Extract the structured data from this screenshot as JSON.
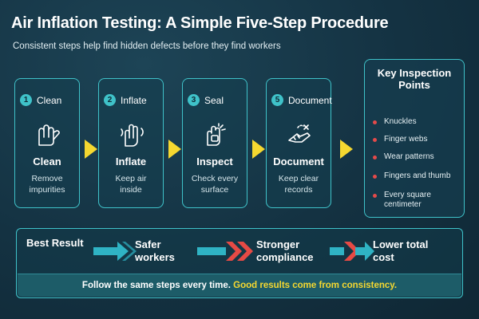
{
  "header": {
    "title": "Air Inflation Testing: A Simple Five-Step Procedure",
    "subtitle": "Consistent steps help find hidden defects before they find workers"
  },
  "steps": [
    {
      "number": "1",
      "header": "Clean",
      "icon": "hand-gloves-icon",
      "name": "Clean",
      "desc_lines": [
        "Remove",
        "impurities"
      ]
    },
    {
      "number": "2",
      "header": "Inflate",
      "icon": "inflated-glove-icon",
      "name": "Inflate",
      "desc_lines": [
        "Keep air",
        "inside"
      ]
    },
    {
      "number": "3",
      "header": "Seal",
      "icon": "hand-inspect-icon",
      "name": "Inspect",
      "desc_lines": [
        "Check every",
        "surface"
      ]
    },
    {
      "number": "5",
      "header": "Document",
      "icon": "glove-document-icon",
      "name": "Document",
      "desc_lines": [
        "Keep clear",
        "records"
      ]
    }
  ],
  "inspection": {
    "title_lines": [
      "Key Inspection",
      "Points"
    ],
    "items": [
      "Knuckles",
      "Finger webs",
      "Wear patterns",
      "Fingers and thumb",
      "Every square centimeter"
    ],
    "bullet_color": "#e44a4a"
  },
  "result": {
    "label": "Best Result",
    "outcomes": [
      {
        "lines": [
          "Safer",
          "workers"
        ]
      },
      {
        "lines": [
          "Stronger",
          "compliance"
        ]
      },
      {
        "lines": [
          "Lower total",
          "cost"
        ]
      }
    ],
    "footer_normal": "Follow the same steps every time.",
    "footer_highlight": "Good results come from consistency."
  },
  "colors": {
    "accent": "#3fc2c9",
    "arrow_yellow": "#f5d830",
    "chevron_teal": "#2fb3c4",
    "chevron_red": "#e64a45",
    "highlight": "#f5d830"
  }
}
